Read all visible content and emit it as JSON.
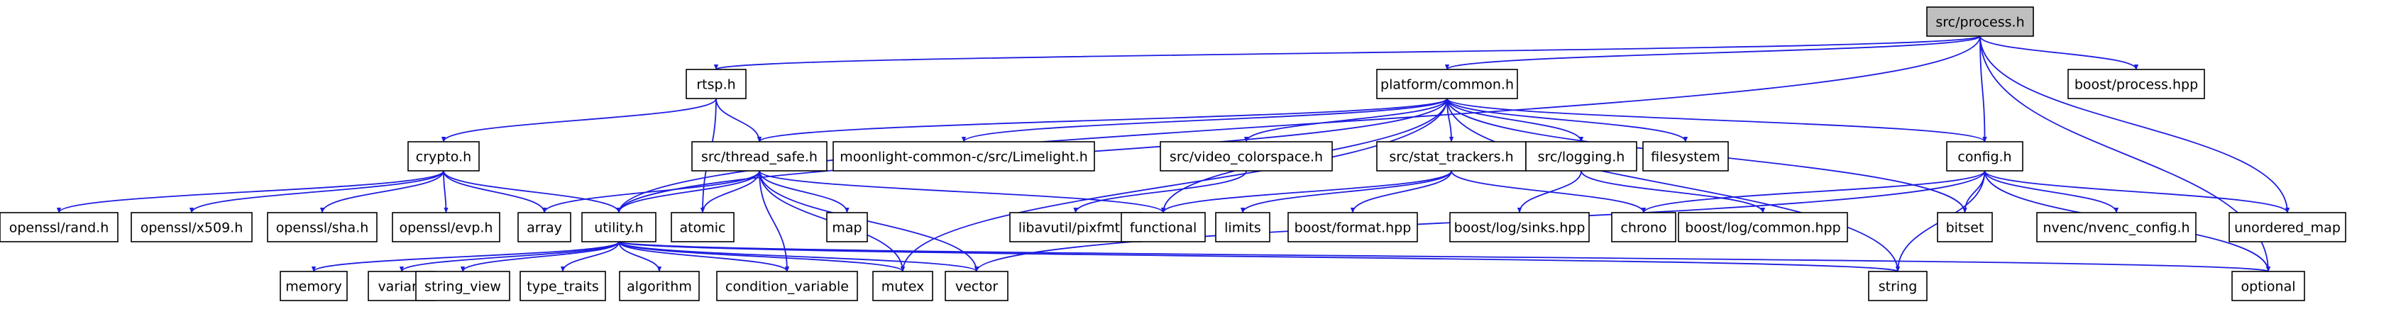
{
  "diagram": {
    "nodes": [
      {
        "id": "process",
        "label": "src/process.h",
        "highlight": true
      },
      {
        "id": "rtsp",
        "label": "rtsp.h"
      },
      {
        "id": "common",
        "label": "platform/common.h"
      },
      {
        "id": "boost_process",
        "label": "boost/process.hpp"
      },
      {
        "id": "crypto",
        "label": "crypto.h"
      },
      {
        "id": "thread_safe",
        "label": "src/thread_safe.h"
      },
      {
        "id": "limelight",
        "label": "moonlight-common-c/src/Limelight.h"
      },
      {
        "id": "video_colorspace",
        "label": "src/video_colorspace.h"
      },
      {
        "id": "stat_trackers",
        "label": "src/stat_trackers.h"
      },
      {
        "id": "logging",
        "label": "src/logging.h"
      },
      {
        "id": "filesystem",
        "label": "filesystem"
      },
      {
        "id": "config",
        "label": "config.h"
      },
      {
        "id": "openssl_rand",
        "label": "openssl/rand.h"
      },
      {
        "id": "openssl_x509",
        "label": "openssl/x509.h"
      },
      {
        "id": "openssl_sha",
        "label": "openssl/sha.h"
      },
      {
        "id": "openssl_evp",
        "label": "openssl/evp.h"
      },
      {
        "id": "array",
        "label": "array"
      },
      {
        "id": "utility",
        "label": "utility.h"
      },
      {
        "id": "atomic",
        "label": "atomic"
      },
      {
        "id": "map",
        "label": "map"
      },
      {
        "id": "pixfmt",
        "label": "libavutil/pixfmt.h"
      },
      {
        "id": "functional",
        "label": "functional"
      },
      {
        "id": "limits",
        "label": "limits"
      },
      {
        "id": "boost_format",
        "label": "boost/format.hpp"
      },
      {
        "id": "boost_sinks",
        "label": "boost/log/sinks.hpp"
      },
      {
        "id": "chrono",
        "label": "chrono"
      },
      {
        "id": "boost_log_common",
        "label": "boost/log/common.hpp"
      },
      {
        "id": "bitset",
        "label": "bitset"
      },
      {
        "id": "nvenc_config",
        "label": "nvenc/nvenc_config.h"
      },
      {
        "id": "unordered_map",
        "label": "unordered_map"
      },
      {
        "id": "memory",
        "label": "memory"
      },
      {
        "id": "variant",
        "label": "variant"
      },
      {
        "id": "string_view",
        "label": "string_view"
      },
      {
        "id": "type_traits",
        "label": "type_traits"
      },
      {
        "id": "algorithm",
        "label": "algorithm"
      },
      {
        "id": "condition_variable",
        "label": "condition_variable"
      },
      {
        "id": "mutex",
        "label": "mutex"
      },
      {
        "id": "vector",
        "label": "vector"
      },
      {
        "id": "string",
        "label": "string"
      },
      {
        "id": "optional",
        "label": "optional"
      }
    ],
    "edges": [
      [
        "process",
        "rtsp"
      ],
      [
        "process",
        "common"
      ],
      [
        "process",
        "boost_process"
      ],
      [
        "process",
        "config"
      ],
      [
        "process",
        "utility"
      ],
      [
        "process",
        "unordered_map"
      ],
      [
        "process",
        "optional"
      ],
      [
        "rtsp",
        "crypto"
      ],
      [
        "rtsp",
        "thread_safe"
      ],
      [
        "rtsp",
        "atomic"
      ],
      [
        "common",
        "thread_safe"
      ],
      [
        "common",
        "limelight"
      ],
      [
        "common",
        "video_colorspace"
      ],
      [
        "common",
        "stat_trackers"
      ],
      [
        "common",
        "logging"
      ],
      [
        "common",
        "filesystem"
      ],
      [
        "common",
        "config"
      ],
      [
        "common",
        "utility"
      ],
      [
        "common",
        "bitset"
      ],
      [
        "common",
        "string"
      ],
      [
        "common",
        "mutex"
      ],
      [
        "common",
        "functional"
      ],
      [
        "crypto",
        "openssl_rand"
      ],
      [
        "crypto",
        "openssl_x509"
      ],
      [
        "crypto",
        "openssl_sha"
      ],
      [
        "crypto",
        "openssl_evp"
      ],
      [
        "crypto",
        "array"
      ],
      [
        "crypto",
        "utility"
      ],
      [
        "thread_safe",
        "array"
      ],
      [
        "thread_safe",
        "utility"
      ],
      [
        "thread_safe",
        "atomic"
      ],
      [
        "thread_safe",
        "map"
      ],
      [
        "thread_safe",
        "functional"
      ],
      [
        "thread_safe",
        "condition_variable"
      ],
      [
        "thread_safe",
        "mutex"
      ],
      [
        "thread_safe",
        "vector"
      ],
      [
        "video_colorspace",
        "pixfmt"
      ],
      [
        "stat_trackers",
        "functional"
      ],
      [
        "stat_trackers",
        "limits"
      ],
      [
        "stat_trackers",
        "boost_format"
      ],
      [
        "stat_trackers",
        "chrono"
      ],
      [
        "logging",
        "boost_sinks"
      ],
      [
        "logging",
        "boost_log_common"
      ],
      [
        "config",
        "bitset"
      ],
      [
        "config",
        "chrono"
      ],
      [
        "config",
        "nvenc_config"
      ],
      [
        "config",
        "unordered_map"
      ],
      [
        "config",
        "optional"
      ],
      [
        "config",
        "string"
      ],
      [
        "config",
        "vector"
      ],
      [
        "utility",
        "memory"
      ],
      [
        "utility",
        "variant"
      ],
      [
        "utility",
        "string_view"
      ],
      [
        "utility",
        "type_traits"
      ],
      [
        "utility",
        "algorithm"
      ],
      [
        "utility",
        "condition_variable"
      ],
      [
        "utility",
        "mutex"
      ],
      [
        "utility",
        "vector"
      ],
      [
        "utility",
        "string"
      ],
      [
        "utility",
        "optional"
      ]
    ]
  }
}
